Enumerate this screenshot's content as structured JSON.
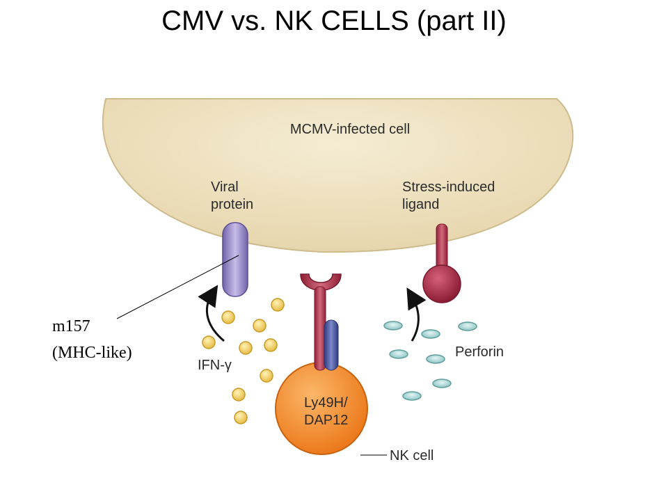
{
  "slide": {
    "title": "CMV vs. NK CELLS (part II)"
  },
  "diagram": {
    "infected_cell_label": "MCMV-infected cell",
    "viral_protein_label": [
      "Viral",
      "protein"
    ],
    "stress_ligand_label": [
      "Stress-induced",
      "ligand"
    ],
    "ifn_label": "IFN-γ",
    "perforin_label": "Perforin",
    "receptor_label": [
      "Ly49H/",
      "DAP12"
    ],
    "nk_cell_label": "NK cell",
    "annotation_label": [
      "m157",
      "(MHC-like)"
    ]
  },
  "colors": {
    "infected_cell": "#efe3c2",
    "viral_protein": "#8a79b8",
    "stress_ligand": "#9b2640",
    "receptor": "#b0313f",
    "dap12": "#3c4a92",
    "nk_cell": "#f08a2a",
    "ifn_granule": "#f2d06b",
    "perforin": "#a9d3d3"
  }
}
